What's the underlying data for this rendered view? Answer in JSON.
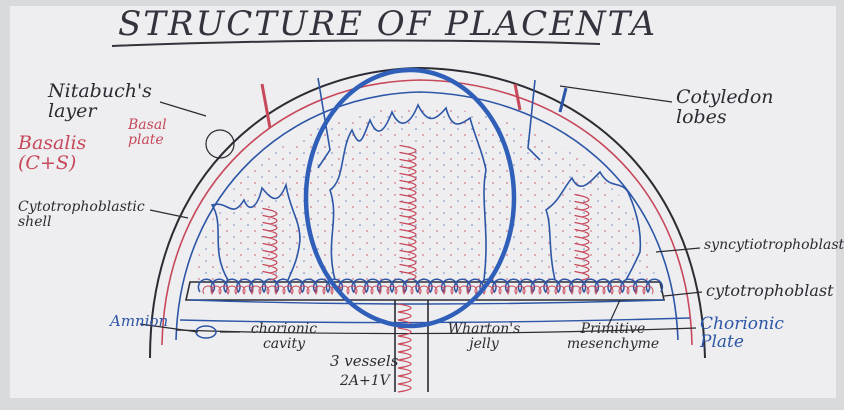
{
  "title": "STRUCTURE OF PLACENTA",
  "labels": {
    "nitabuch_layer": "Nitabuch's layer",
    "basal_plate": "Basal plate",
    "basalis": "Basalis (C+S)",
    "cytotrophoblastic_shell": "Cytotrophoblastic shell",
    "cotyledon_lobes": "Cotyledon lobes",
    "syncytiotrophoblast": "syncytiotrophoblast",
    "cytotrophoblast": "cytotrophoblast",
    "amnion": "Amnion",
    "chorionic_cavity": "chorionic cavity",
    "vessels": "3 vessels",
    "vessels_detail": "2A+1V",
    "whartons_jelly": "Wharton's jelly",
    "primitive_mesenchyme": "Primitive mesenchyme",
    "chorionic_plate": "Chorionic Plate"
  },
  "colors": {
    "ink": "#2b2b33",
    "blue": "#2d56a6",
    "red": "#c7485a",
    "highlight": "#2f5fb8",
    "board": "#eeeef0"
  }
}
